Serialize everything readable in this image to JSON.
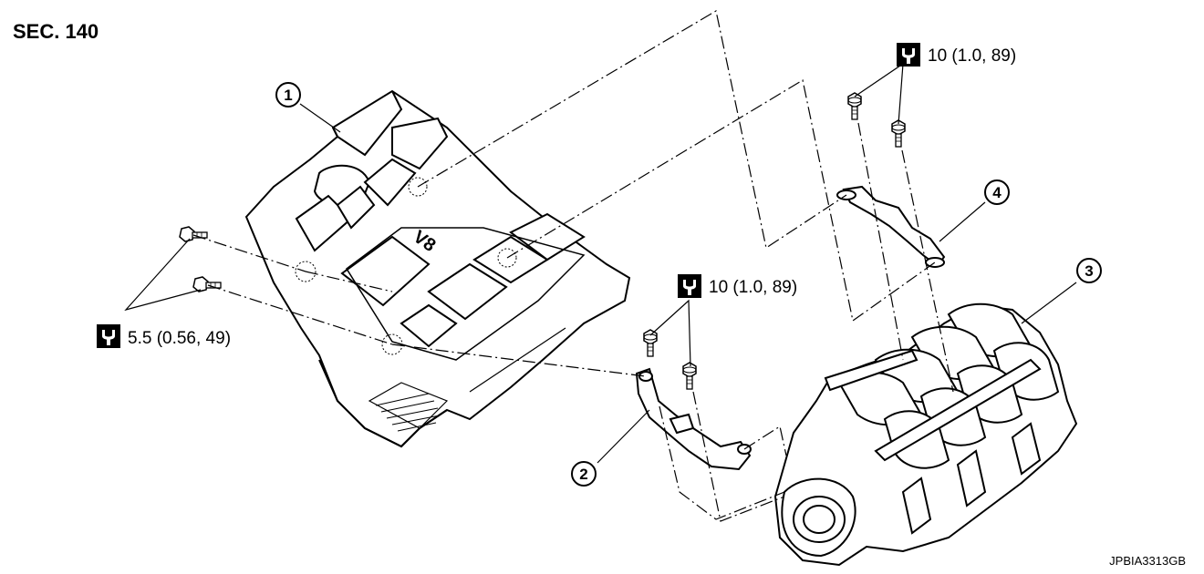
{
  "section_title": "SEC. 140",
  "figure_code": "JPBIA3313GB",
  "callouts": [
    {
      "number": "1",
      "part": "engine-cover"
    },
    {
      "number": "2",
      "part": "bracket"
    },
    {
      "number": "3",
      "part": "intake-manifold"
    },
    {
      "number": "4",
      "part": "bracket"
    }
  ],
  "torque_specs": [
    {
      "text": "10 (1.0, 89)",
      "icon": "torque-wrench-icon"
    },
    {
      "text": "10 (1.0, 89)",
      "icon": "torque-wrench-icon"
    },
    {
      "text": "5.5 (0.56, 49)",
      "icon": "torque-wrench-icon"
    }
  ],
  "cover_badge": "V8"
}
